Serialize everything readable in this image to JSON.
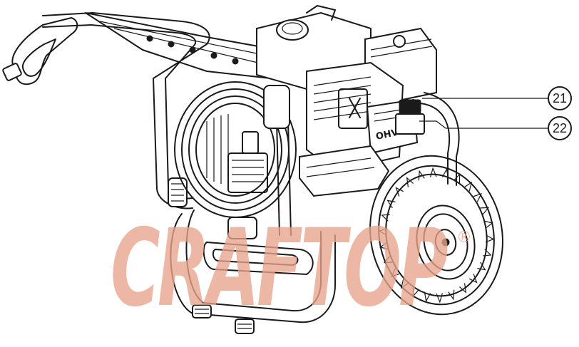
{
  "diagram": {
    "callouts": [
      {
        "id": "21",
        "label": "21"
      },
      {
        "id": "22",
        "label": "22"
      }
    ],
    "engine_marking": "OHV",
    "watermark": {
      "text": "CRAFTOP",
      "mark": "®",
      "color": "#e8a48c"
    }
  }
}
